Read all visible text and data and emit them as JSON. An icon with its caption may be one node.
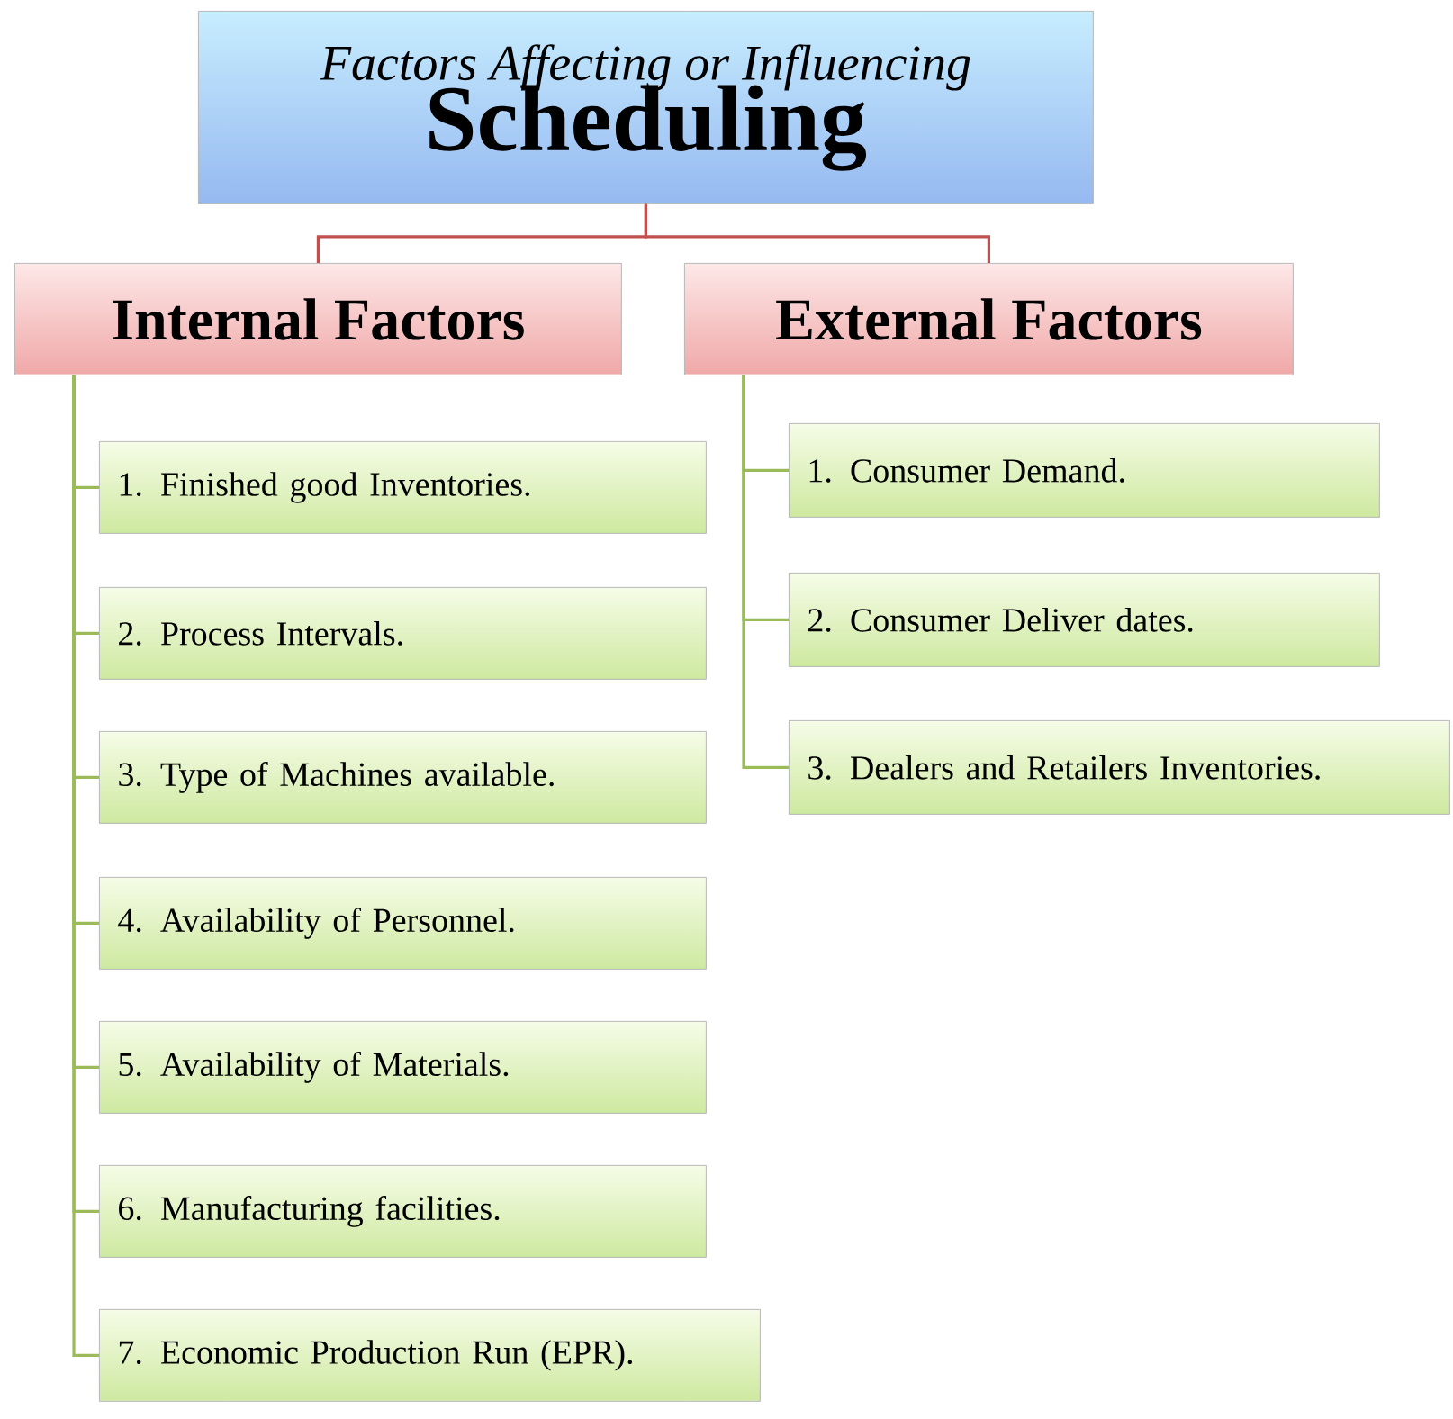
{
  "diagram": {
    "nodes": [
      {
        "text": [
          "Factors Affecting or Influencing",
          "Scheduling"
        ]
      },
      {
        "text": [
          "Internal Factors"
        ]
      },
      {
        "text": [
          "External Factors"
        ]
      },
      {
        "text": [
          "1. Finished good Inventories."
        ]
      },
      {
        "text": [
          "2. Process Intervals."
        ]
      },
      {
        "text": [
          "3. Type of Machines available."
        ]
      },
      {
        "text": [
          "4. Availability of Personnel."
        ]
      },
      {
        "text": [
          "5. Availability of Materials."
        ]
      },
      {
        "text": [
          "6. Manufacturing facilities."
        ]
      },
      {
        "text": [
          "7. Economic Production Run (EPR)."
        ]
      },
      {
        "text": [
          "1. Consumer Demand."
        ]
      },
      {
        "text": [
          "2. Consumer Deliver dates."
        ]
      },
      {
        "text": [
          "3. Dealers and Retailers Inventories."
        ]
      }
    ],
    "edges": [
      {
        "from": 0,
        "to": 1,
        "arrow": "none",
        "color": "#c0504d"
      },
      {
        "from": 0,
        "to": 2,
        "arrow": "none",
        "color": "#c0504d"
      },
      {
        "from": 1,
        "to": 3,
        "arrow": "none"
      },
      {
        "from": 1,
        "to": 4,
        "arrow": "none"
      },
      {
        "from": 1,
        "to": 5,
        "arrow": "none"
      },
      {
        "from": 1,
        "to": 6,
        "arrow": "none"
      },
      {
        "from": 1,
        "to": 7,
        "arrow": "none"
      },
      {
        "from": 1,
        "to": 8,
        "arrow": "none"
      },
      {
        "from": 1,
        "to": 9,
        "arrow": "none"
      },
      {
        "from": 2,
        "to": 10,
        "arrow": "none"
      },
      {
        "from": 2,
        "to": 11,
        "arrow": "none"
      },
      {
        "from": 2,
        "to": 12,
        "arrow": "none"
      }
    ]
  }
}
